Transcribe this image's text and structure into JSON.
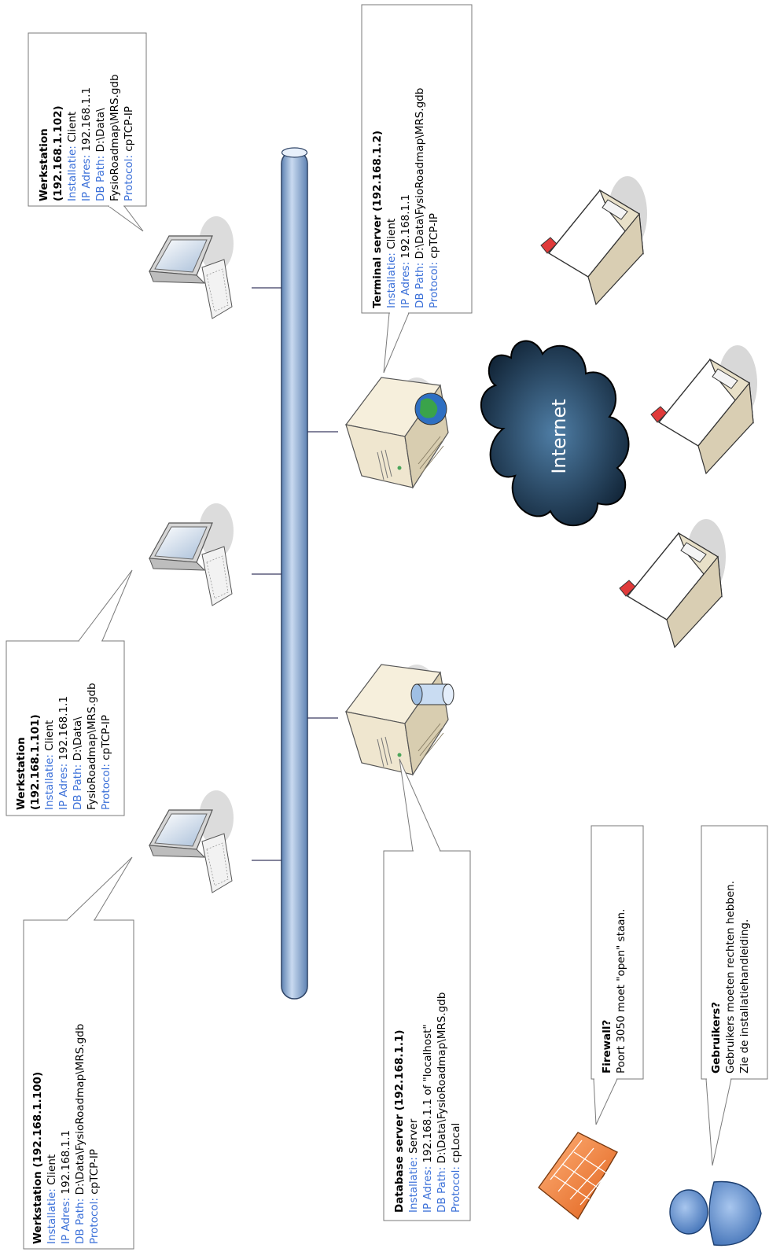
{
  "network": {
    "cloud_label": "Internet"
  },
  "callouts": {
    "ws100": {
      "title": "Werkstation (192.168.1.100)",
      "install_key": "Installatie:",
      "install_val": " Client",
      "ip_key": "IP Adres:",
      "ip_val": " 192.168.1.1",
      "db_key": "DB Path:",
      "db_val": " D:\\Data\\FysioRoadmap\\MRS.gdb",
      "proto_key": "Protocol:",
      "proto_val": " cpTCP-IP"
    },
    "ws101": {
      "title1": "Werkstation",
      "title2": "(192.168.1.101)",
      "install_key": "Installatie:",
      "install_val": " Client",
      "ip_key": "IP Adres:",
      "ip_val": " 192.168.1.1",
      "db_key": "DB Path:",
      "db_val": " D:\\Data\\",
      "db_val2": "FysioRoadmap\\MRS.gdb",
      "proto_key": "Protocol:",
      "proto_val": " cpTCP-IP"
    },
    "ws102": {
      "title1": "Werkstation",
      "title2": "(192.168.1.102)",
      "install_key": "Installatie:",
      "install_val": " Client",
      "ip_key": "IP Adres:",
      "ip_val": " 192.168.1.1",
      "db_key": "DB Path:",
      "db_val": " D:\\Data\\",
      "db_val2": "FysioRoadmap\\MRS.gdb",
      "proto_key": "Protocol:",
      "proto_val": " cpTCP-IP"
    },
    "dbserver": {
      "title": "Database server (192.168.1.1)",
      "install_key": "Installatie:",
      "install_val": " Server",
      "ip_key": "IP Adres:",
      "ip_val": " 192.168.1.1 of \"localhost\"",
      "db_key": "DB Path:",
      "db_val": " D:\\Data\\FysioRoadmap\\MRS.gdb",
      "proto_key": "Protocol:",
      "proto_val": " cpLocal"
    },
    "termserver": {
      "title": "Terminal server (192.168.1.2)",
      "install_key": "Installatie:",
      "install_val": " Client",
      "ip_key": "IP Adres:",
      "ip_val": " 192.168.1.1",
      "db_key": "DB Path:",
      "db_val": " D:\\Data\\FysioRoadmap\\MRS.gdb",
      "proto_key": "Protocol:",
      "proto_val": " cpTCP-IP"
    },
    "firewall": {
      "title": "Firewall?",
      "line1": "Poort 3050 moet \"open\" staan."
    },
    "users": {
      "title": "Gebruikers?",
      "line1": "Gebruikers moeten rechten hebben.",
      "line2": "Zie de installatiehandleiding."
    }
  },
  "colors": {
    "key_blue": "#3a6fd8",
    "backbone": "#8aa9cf",
    "cloud": "#1e3a55",
    "firewall": "#ee7a2a",
    "user": "#5b8fd6",
    "server_body": "#efe6cf"
  }
}
